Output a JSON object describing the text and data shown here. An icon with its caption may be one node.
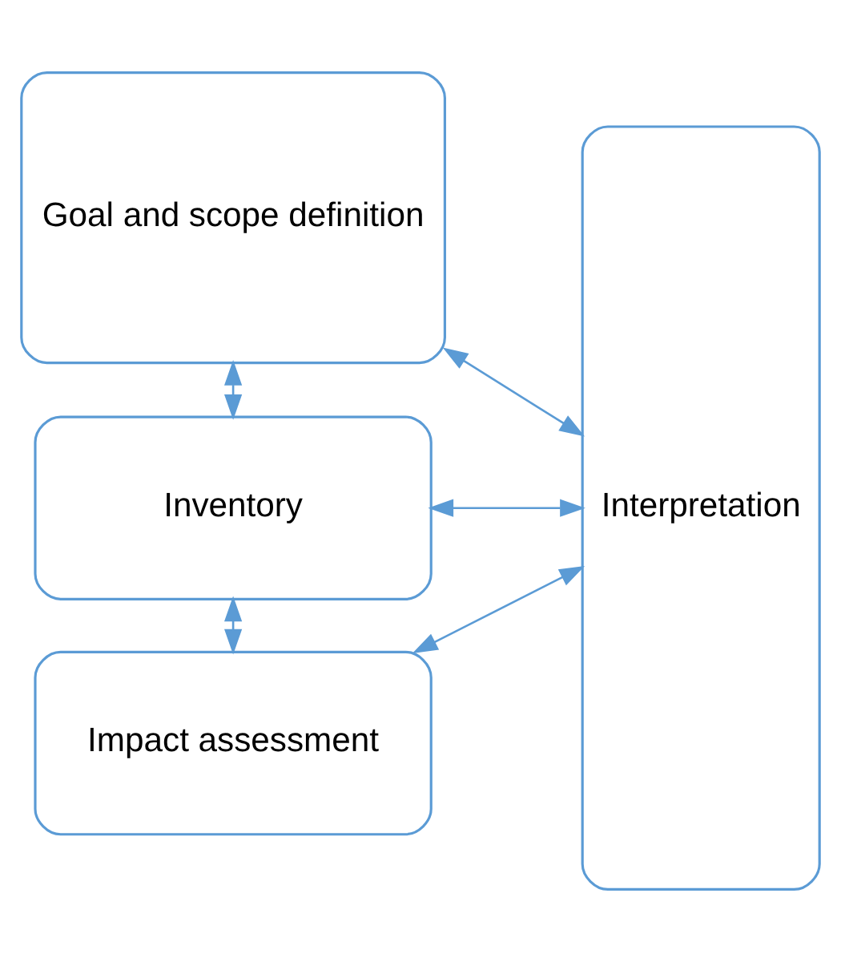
{
  "diagram": {
    "nodes": [
      {
        "text": [
          "Goal and scope definition"
        ]
      },
      {
        "text": [
          "Inventory"
        ]
      },
      {
        "text": [
          "Impact assessment"
        ]
      },
      {
        "text": [
          "Interpretation"
        ]
      }
    ],
    "edges": [
      {
        "from": 0,
        "to": 1,
        "arrow": "both"
      },
      {
        "from": 1,
        "to": 2,
        "arrow": "both"
      },
      {
        "from": 0,
        "to": 3,
        "arrow": "both"
      },
      {
        "from": 1,
        "to": 3,
        "arrow": "both"
      },
      {
        "from": 2,
        "to": 3,
        "arrow": "both"
      }
    ]
  }
}
